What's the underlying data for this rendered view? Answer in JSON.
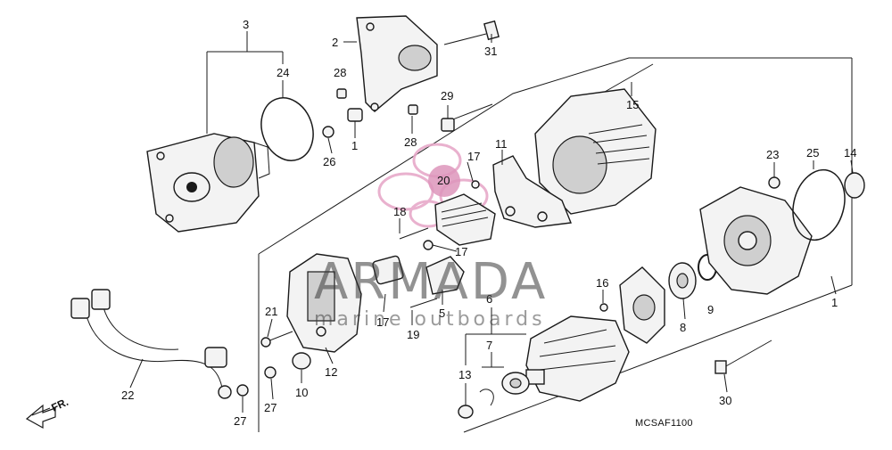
{
  "diagram": {
    "drawing_code": "MCSAF1100",
    "front_marker": "FR.",
    "watermark": {
      "title": "ARMADA",
      "subtitle": "marine outboards"
    },
    "callouts": {
      "c1": "1",
      "c1b": "1",
      "c2": "2",
      "c3": "3",
      "c5": "5",
      "c6": "6",
      "c7": "7",
      "c8": "8",
      "c9": "9",
      "c10": "10",
      "c11": "11",
      "c12": "12",
      "c13": "13",
      "c14": "14",
      "c15": "15",
      "c16": "16",
      "c17a": "17",
      "c17b": "17",
      "c17c": "17",
      "c18": "18",
      "c19": "19",
      "c20": "20",
      "c21": "21",
      "c22": "22",
      "c23": "23",
      "c24": "24",
      "c25": "25",
      "c26": "26",
      "c27a": "27",
      "c27b": "27",
      "c28a": "28",
      "c28b": "28",
      "c29": "29",
      "c30": "30",
      "c31": "31"
    },
    "colors": {
      "line": "#1a1a1a",
      "watermark_pink": "#e7a9c9",
      "watermark_pink_dark": "#d98ab4"
    }
  }
}
